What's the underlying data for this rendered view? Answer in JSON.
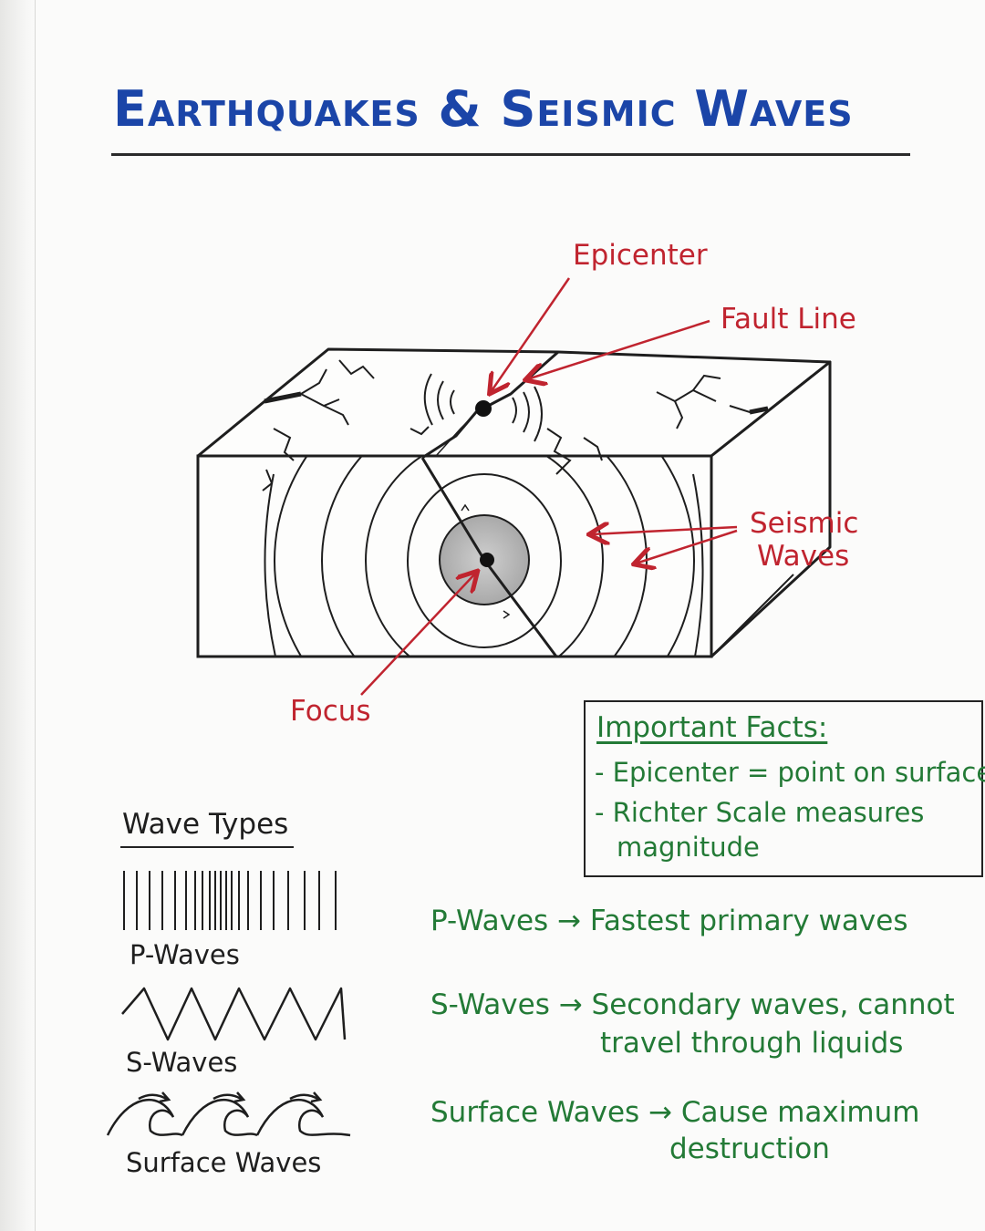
{
  "title": "Earthquakes & Seismic Waves",
  "diagram_labels": {
    "epicenter": "Epicenter",
    "fault_line": "Fault Line",
    "seismic_waves_line1": "Seismic",
    "seismic_waves_line2": "Waves",
    "focus": "Focus"
  },
  "important_facts": {
    "title": "Important Facts:",
    "items": [
      "- Epicenter = point on surface",
      "- Richter Scale measures",
      "magnitude"
    ]
  },
  "wave_types": {
    "title": "Wave Types",
    "items": [
      {
        "label": "P-Waves",
        "icon": "compression-lines-icon"
      },
      {
        "label": "S-Waves",
        "icon": "zigzag-wave-icon"
      },
      {
        "label": "Surface Waves",
        "icon": "rolling-wave-icon"
      }
    ]
  },
  "descriptions": [
    {
      "line1": "P-Waves → Fastest primary waves"
    },
    {
      "line1": "S-Waves → Secondary waves, cannot",
      "line2": "travel through liquids"
    },
    {
      "line1": "Surface Waves → Cause maximum",
      "line2": "destruction"
    }
  ],
  "colors": {
    "title": "#1b45a8",
    "labels": "#c0242f",
    "notes": "#237a36",
    "ink": "#1e1e1e"
  }
}
